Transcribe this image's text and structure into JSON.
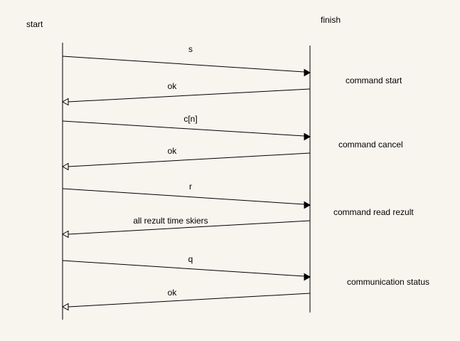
{
  "colors": {
    "background": "#f8f5ef",
    "line": "#000000"
  },
  "participants": {
    "left": "start",
    "right": "finish"
  },
  "messages": [
    {
      "label": "s",
      "direction": "to-finish",
      "arrow": "filled"
    },
    {
      "label": "ok",
      "direction": "to-start",
      "arrow": "open"
    },
    {
      "label": "c[n]",
      "direction": "to-finish",
      "arrow": "filled"
    },
    {
      "label": "ok",
      "direction": "to-start",
      "arrow": "open"
    },
    {
      "label": "r",
      "direction": "to-finish",
      "arrow": "filled"
    },
    {
      "label": "all rezult time skiers",
      "direction": "to-start",
      "arrow": "open"
    },
    {
      "label": "q",
      "direction": "to-finish",
      "arrow": "filled"
    },
    {
      "label": "ok",
      "direction": "to-start",
      "arrow": "open"
    }
  ],
  "notes": [
    "command start",
    "command cancel",
    "command read rezult",
    "communication status"
  ]
}
